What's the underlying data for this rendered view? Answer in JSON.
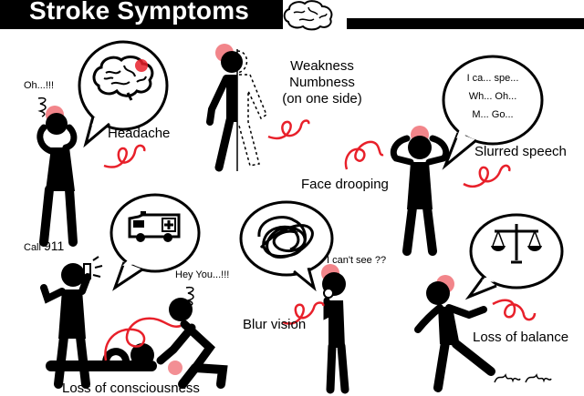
{
  "title": "Stroke Symptoms",
  "symptoms": {
    "headache": "Headache",
    "weakness_line1": "Weakness",
    "weakness_line2": "Numbness",
    "weakness_line3": "(on one side)",
    "face_drooping": "Face drooping",
    "slurred_speech": "Slurred speech",
    "blur_vision": "Blur vision",
    "loss_of_balance": "Loss of balance",
    "loss_of_consciousness": "Loss of consciousness"
  },
  "speech": {
    "oh": "Oh...!!!",
    "slur_line1": "I ca... spe...",
    "slur_line2": "Wh... Oh...",
    "slur_line3": "M... Go...",
    "call_prefix": "Call",
    "call_number": "911",
    "hey_you": "Hey You...!!!",
    "cant_see": "I can't see ??"
  },
  "icons": [
    "brain-icon",
    "ambulance-icon",
    "scales-icon",
    "scribble-icon"
  ],
  "colors": {
    "accent": "#e8202a",
    "ink": "#000000",
    "background": "#ffffff"
  }
}
